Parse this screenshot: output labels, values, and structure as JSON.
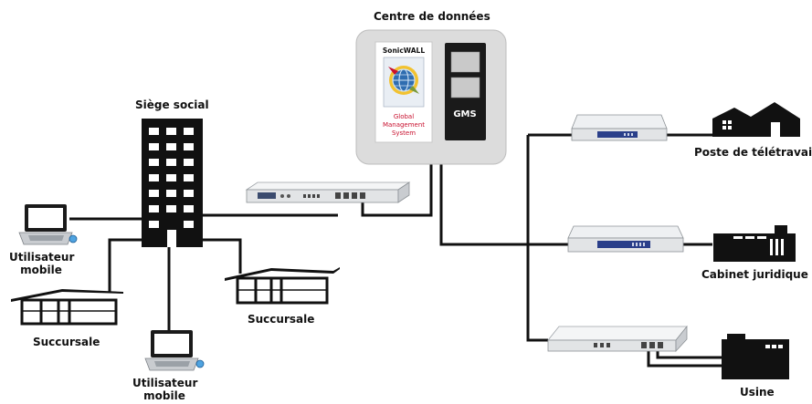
{
  "labels": {
    "datacenter": "Centre de données",
    "headquarters": "Siège social",
    "telework": "Poste de télétravail",
    "law_office": "Cabinet juridique",
    "factory": "Usine",
    "branch_left": "Succursale",
    "branch_right": "Succursale",
    "mobile_user_left_line1": "Utilisateur",
    "mobile_user_left_line2": "mobile",
    "mobile_user_bottom_line1": "Utilisateur",
    "mobile_user_bottom_line2": "mobile"
  },
  "gms_card": {
    "brand": "SonicWALL",
    "title_line1": "Global",
    "title_line2": "Management",
    "title_line3": "System"
  },
  "server_label": "GMS",
  "colors": {
    "line": "#111111",
    "datacenter_bg": "#dcdcdc",
    "brand_red": "#c8102e",
    "appliance": "#e4e6e8"
  }
}
